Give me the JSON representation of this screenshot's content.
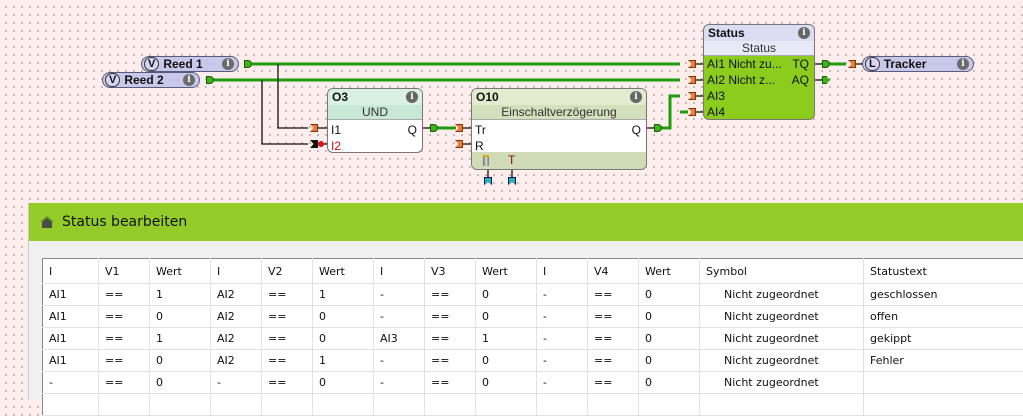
{
  "diagram": {
    "inputs": [
      {
        "tag": "V",
        "label": "Reed 1",
        "info": "i"
      },
      {
        "tag": "V",
        "label": "Reed 2",
        "info": "i"
      }
    ],
    "output": {
      "tag": "L",
      "label": "Tracker",
      "info": "i"
    },
    "blocks": {
      "o3": {
        "id": "O3",
        "type": "UND",
        "inputs": [
          "I1",
          "I2"
        ],
        "output": "Q",
        "info": "i"
      },
      "o10": {
        "id": "O10",
        "type": "Einschaltverzögerung",
        "inputs": [
          "Tr",
          "R"
        ],
        "output": "Q",
        "param_label": "T",
        "info": "i"
      },
      "status": {
        "id": "Status",
        "type": "Status",
        "inputs": [
          "AI1 Nicht zu...",
          "AI2 Nicht z...",
          "AI3",
          "AI4"
        ],
        "outputs": [
          "TQ",
          "AQ"
        ],
        "info": "i"
      }
    },
    "colors": {
      "wire_active": "#1f9e0c",
      "block_status": "#8ccc1c",
      "input_pill": "#c8c8ea",
      "panel_bar": "#93cb28"
    }
  },
  "panel": {
    "title": "Status bearbeiten",
    "columns": [
      "I",
      "V1",
      "Wert",
      "I",
      "V2",
      "Wert",
      "I",
      "V3",
      "Wert",
      "I",
      "V4",
      "Wert",
      "Symbol",
      "Statustext"
    ],
    "rows": [
      [
        "AI1",
        "==",
        "1",
        "AI2",
        "==",
        "1",
        "-",
        "==",
        "0",
        "-",
        "==",
        "0",
        "Nicht zugeordnet",
        "geschlossen"
      ],
      [
        "AI1",
        "==",
        "0",
        "AI2",
        "==",
        "0",
        "-",
        "==",
        "0",
        "-",
        "==",
        "0",
        "Nicht zugeordnet",
        "offen"
      ],
      [
        "AI1",
        "==",
        "1",
        "AI2",
        "==",
        "0",
        "AI3",
        "==",
        "1",
        "-",
        "==",
        "0",
        "Nicht zugeordnet",
        "gekippt"
      ],
      [
        "AI1",
        "==",
        "0",
        "AI2",
        "==",
        "1",
        "-",
        "==",
        "0",
        "-",
        "==",
        "0",
        "Nicht zugeordnet",
        "Fehler"
      ],
      [
        "-",
        "==",
        "0",
        "-",
        "==",
        "0",
        "-",
        "==",
        "0",
        "-",
        "==",
        "0",
        "Nicht zugeordnet",
        ""
      ]
    ]
  }
}
